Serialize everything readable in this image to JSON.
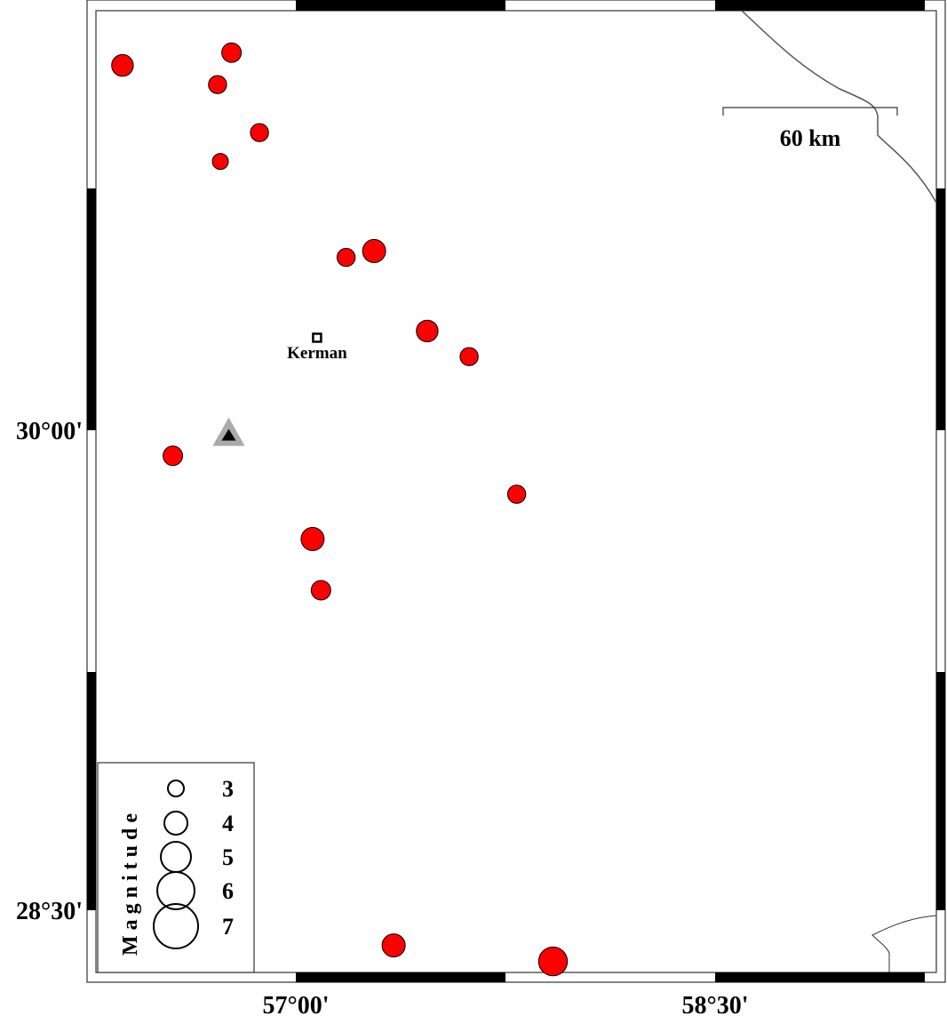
{
  "map": {
    "lon_range": [
      56.285,
      59.3
    ],
    "lat_range": [
      28.3,
      31.311
    ],
    "x_ticks": [
      {
        "value": 57.0,
        "label": "57°00'"
      },
      {
        "value": 58.5,
        "label": "58°30'"
      }
    ],
    "y_ticks": [
      {
        "value": 30.0,
        "label": "30°00'"
      },
      {
        "value": 28.5,
        "label": "28°30'"
      }
    ],
    "scale_bar": {
      "label": "60 km"
    },
    "city": {
      "name": "Kerman",
      "lon": 57.076,
      "lat": 30.289
    },
    "station": {
      "lon": 56.76,
      "lat": 29.99
    },
    "colors": {
      "event": "#ff0000",
      "station_outer": "#aaaaaa",
      "station_inner": "#000000"
    },
    "events": [
      {
        "lon": 56.38,
        "lat": 31.14,
        "mag": 3.8
      },
      {
        "lon": 56.77,
        "lat": 31.18,
        "mag": 3.5
      },
      {
        "lon": 56.72,
        "lat": 31.08,
        "mag": 3.3
      },
      {
        "lon": 56.87,
        "lat": 30.93,
        "mag": 3.3
      },
      {
        "lon": 56.73,
        "lat": 30.84,
        "mag": 3.0
      },
      {
        "lon": 57.18,
        "lat": 30.54,
        "mag": 3.3
      },
      {
        "lon": 57.28,
        "lat": 30.56,
        "mag": 4.0
      },
      {
        "lon": 57.47,
        "lat": 30.31,
        "mag": 3.8
      },
      {
        "lon": 57.62,
        "lat": 30.23,
        "mag": 3.3
      },
      {
        "lon": 56.56,
        "lat": 29.92,
        "mag": 3.5
      },
      {
        "lon": 57.79,
        "lat": 29.8,
        "mag": 3.3
      },
      {
        "lon": 57.06,
        "lat": 29.66,
        "mag": 4.0
      },
      {
        "lon": 57.09,
        "lat": 29.5,
        "mag": 3.5
      },
      {
        "lon": 57.35,
        "lat": 28.39,
        "mag": 4.0
      },
      {
        "lon": 57.92,
        "lat": 28.34,
        "mag": 4.8
      }
    ]
  },
  "legend": {
    "title": "Magnitude",
    "items": [
      {
        "mag": 3,
        "label": "3"
      },
      {
        "mag": 4,
        "label": "4"
      },
      {
        "mag": 5,
        "label": "5"
      },
      {
        "mag": 6,
        "label": "6"
      },
      {
        "mag": 7,
        "label": "7"
      }
    ]
  }
}
